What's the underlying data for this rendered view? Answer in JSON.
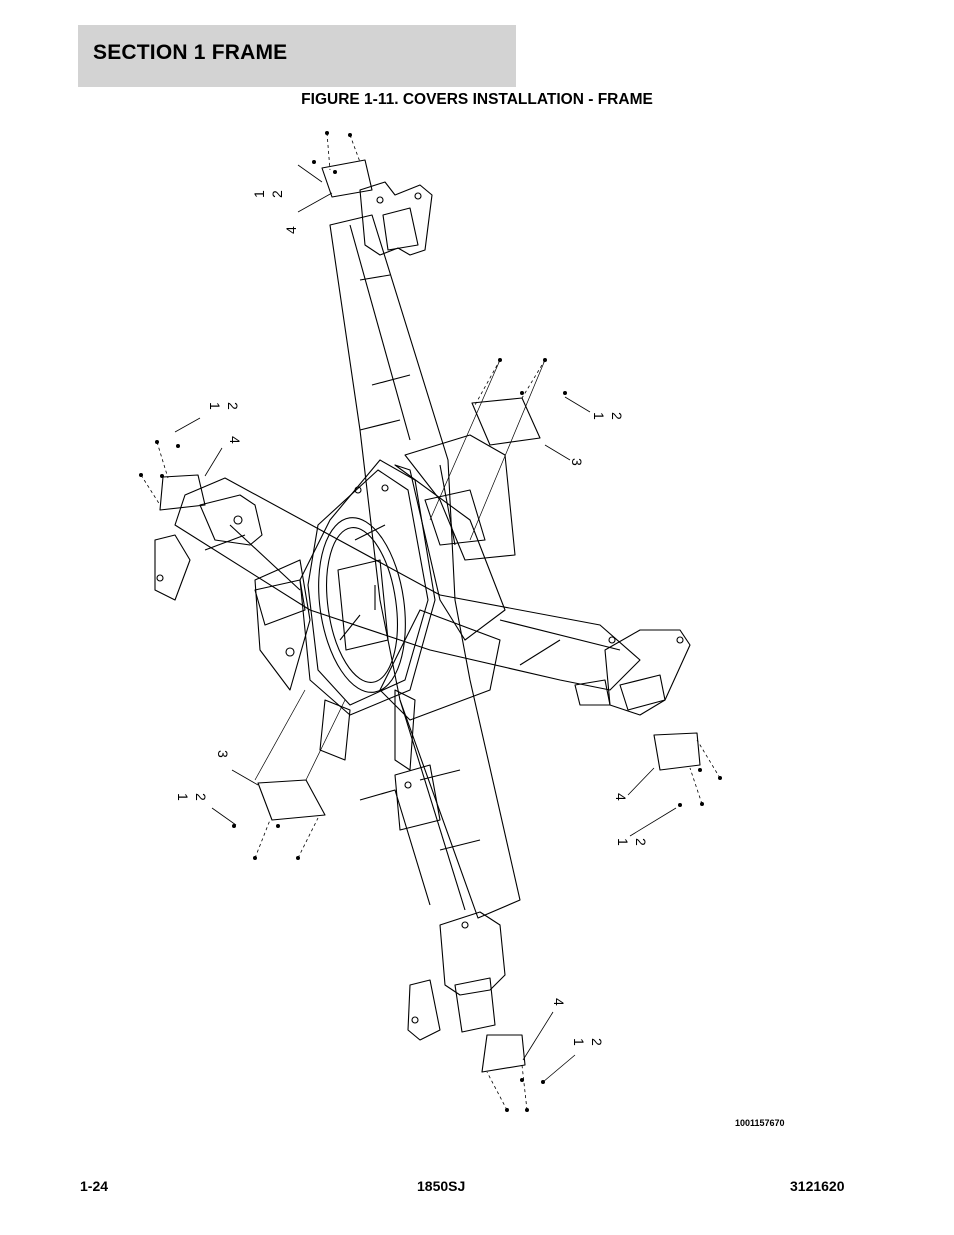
{
  "header": {
    "section_title": "SECTION 1  FRAME"
  },
  "figure": {
    "caption": "FIGURE 1-11. COVERS INSTALLATION - FRAME",
    "drawing_number": "1001157670",
    "callouts": {
      "top_1": "1",
      "top_2": "2",
      "top_4": "4",
      "left_1": "1",
      "left_2": "2",
      "left_4": "4",
      "right_1": "1",
      "right_2": "2",
      "right_3": "3",
      "lower_left_3": "3",
      "lower_left_1": "1",
      "lower_left_2": "2",
      "lower_right_4": "4",
      "lower_right_1": "1",
      "lower_right_2": "2",
      "bottom_4": "4",
      "bottom_1": "1",
      "bottom_2": "2"
    }
  },
  "footer": {
    "page": "1-24",
    "model": "1850SJ",
    "doc_number": "3121620"
  }
}
